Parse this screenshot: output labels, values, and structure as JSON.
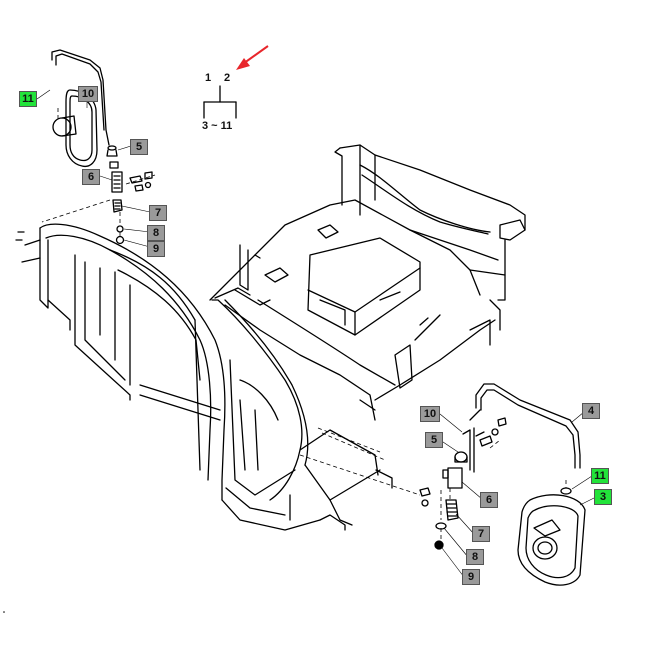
{
  "tree": {
    "top_left": "1",
    "top_right": "2",
    "bottom": "3 ~ 11"
  },
  "callouts": {
    "c11_top": "11",
    "c10_top": "10",
    "c5_top": "5",
    "c6_top": "6",
    "c7_top": "7",
    "c8_top": "8",
    "c9_top": "9",
    "c10_bottom": "10",
    "c5_bottom": "5",
    "c4_bottom": "4",
    "c11_bottom": "11",
    "c3_bottom": "3",
    "c6_bottom": "6",
    "c7_bottom": "7",
    "c8_bottom": "8",
    "c9_bottom": "9"
  },
  "colors": {
    "highlight_callout": "#22e33a",
    "part_callout": "#9a9a9a",
    "arrow": "#e8262b",
    "line": "#000000"
  }
}
